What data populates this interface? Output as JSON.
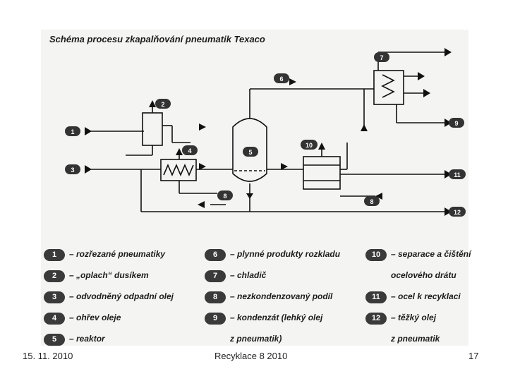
{
  "diagram": {
    "title": "Schéma procesu zkapalňování pneumatik Texaco",
    "markers": [
      "1",
      "2",
      "3",
      "4",
      "5",
      "6",
      "7",
      "8",
      "8",
      "9",
      "10",
      "11",
      "12"
    ]
  },
  "legend": [
    {
      "num": "1",
      "text": "– rozřezané pneumatiky"
    },
    {
      "num": "2",
      "text": "– „oplach“ dusíkem"
    },
    {
      "num": "3",
      "text": "– odvodněný odpadní olej"
    },
    {
      "num": "4",
      "text": "– ohřev oleje"
    },
    {
      "num": "5",
      "text": "– reaktor"
    },
    {
      "num": "6",
      "text": "– plynné produkty rozkladu"
    },
    {
      "num": "7",
      "text": "– chladič"
    },
    {
      "num": "8",
      "text": "– nezkondenzovaný podíl"
    },
    {
      "num": "9",
      "text": "– kondenzát (lehký olej",
      "cont": "z pneumatik)"
    },
    {
      "num": "10",
      "text": "– separace a čištění",
      "cont": "ocelového drátu"
    },
    {
      "num": "11",
      "text": "– ocel k recyklaci"
    },
    {
      "num": "12",
      "text": "– těžký olej",
      "cont": "z pneumatik"
    }
  ],
  "footer": {
    "date": "15. 11. 2010",
    "center": "Recyklace 8 2010",
    "page": "17"
  }
}
